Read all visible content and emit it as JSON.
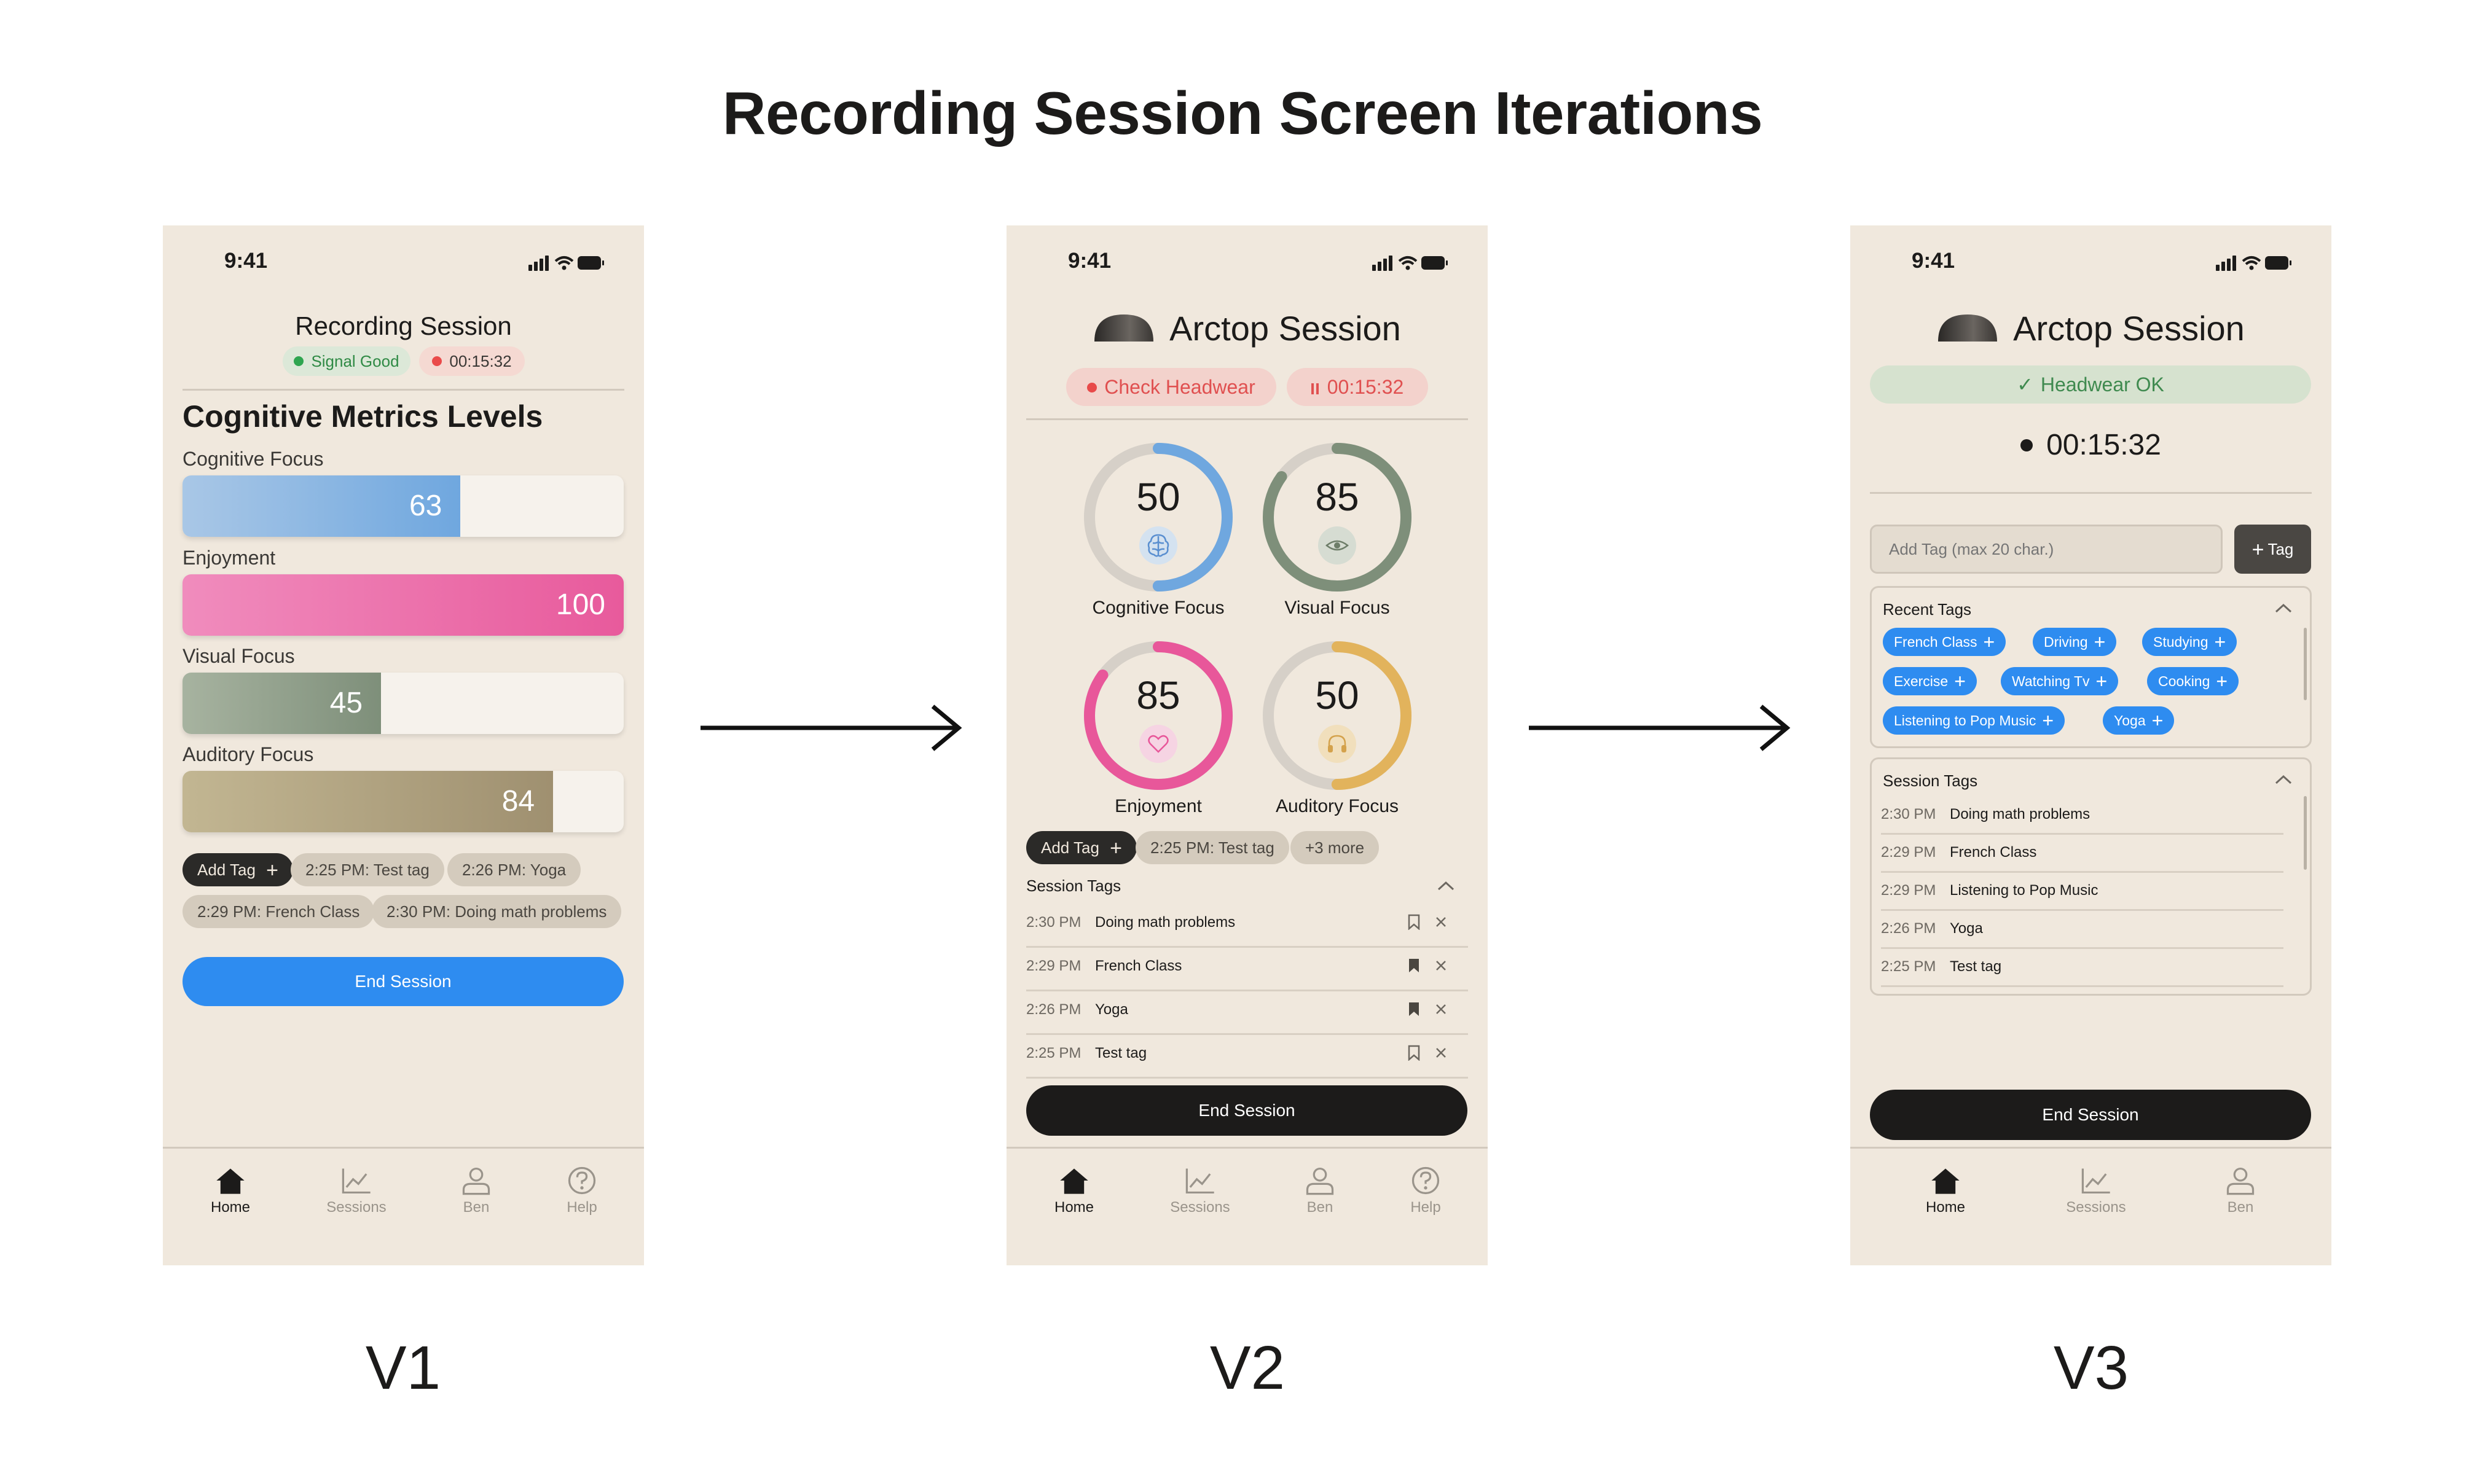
{
  "title": "Recording Session Screen Iterations",
  "versions": [
    "V1",
    "V2",
    "V3"
  ],
  "status": {
    "time": "9:41"
  },
  "colors": {
    "bg": "#f0e8dd",
    "blue": "#2e8cf0",
    "focus": "#7eb0e0",
    "enjoy": "#e8579a",
    "visual": "#7e8f7a",
    "auditory": "#b2a27c",
    "gold": "#e2b35c"
  },
  "nav": {
    "home": "Home",
    "sessions": "Sessions",
    "user": "Ben",
    "help": "Help"
  },
  "v1": {
    "header": "Recording Session",
    "signal": "Signal Good",
    "timer": "00:15:32",
    "section": "Cognitive Metrics Levels",
    "metrics": [
      {
        "label": "Cognitive Focus",
        "value": 63
      },
      {
        "label": "Enjoyment",
        "value": 100
      },
      {
        "label": "Visual Focus",
        "value": 45
      },
      {
        "label": "Auditory Focus",
        "value": 84
      }
    ],
    "add_tag": "Add Tag",
    "tags": [
      "2:25 PM: Test tag",
      "2:26 PM: Yoga",
      "2:29 PM: French Class",
      "2:30 PM: Doing math problems"
    ],
    "end": "End Session"
  },
  "v2": {
    "header": "Arctop Session",
    "check": "Check Headwear",
    "timer": "00:15:32",
    "gauges": [
      {
        "label": "Cognitive Focus",
        "value": 50,
        "icon": "brain-icon"
      },
      {
        "label": "Visual Focus",
        "value": 85,
        "icon": "eye-icon"
      },
      {
        "label": "Enjoyment",
        "value": 85,
        "icon": "heart-icon"
      },
      {
        "label": "Auditory Focus",
        "value": 50,
        "icon": "headphones-icon"
      }
    ],
    "add_tag": "Add Tag",
    "tag_chip": "2:25 PM: Test tag",
    "more": "+3 more",
    "section": "Session Tags",
    "rows": [
      {
        "time": "2:30 PM",
        "name": "Doing math problems"
      },
      {
        "time": "2:29 PM",
        "name": "French Class"
      },
      {
        "time": "2:26 PM",
        "name": "Yoga"
      },
      {
        "time": "2:25 PM",
        "name": "Test tag"
      }
    ],
    "end": "End Session"
  },
  "v3": {
    "header": "Arctop Session",
    "headwear": "Headwear OK",
    "timer": "00:15:32",
    "input_placeholder": "Add Tag (max 20 char.)",
    "tag_btn": "Tag",
    "recent_title": "Recent Tags",
    "recent": [
      "French Class",
      "Driving",
      "Studying",
      "Exercise",
      "Watching Tv",
      "Cooking",
      "Listening to Pop Music",
      "Yoga"
    ],
    "session_title": "Session Tags",
    "rows": [
      {
        "time": "2:30 PM",
        "name": "Doing math problems"
      },
      {
        "time": "2:29 PM",
        "name": "French Class"
      },
      {
        "time": "2:29 PM",
        "name": "Listening to Pop Music"
      },
      {
        "time": "2:26 PM",
        "name": "Yoga"
      },
      {
        "time": "2:25 PM",
        "name": "Test tag"
      }
    ],
    "end": "End Session"
  }
}
